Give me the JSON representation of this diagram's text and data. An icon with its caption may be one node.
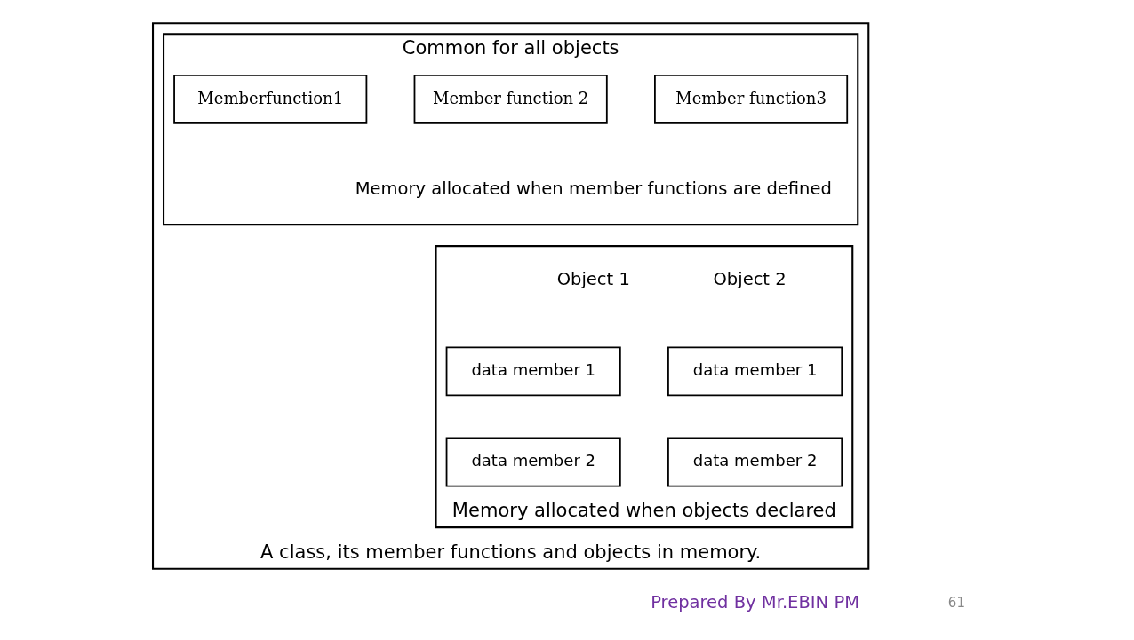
{
  "diagram": {
    "nodes": [
      {
        "text": [
          "A class, its member functions and objects in memory."
        ]
      },
      {
        "text": [
          "Common for all objects",
          "Memory allocated when member functions are defined"
        ],
        "in": 0
      },
      {
        "text": [
          "Memberfunction1"
        ],
        "in": 1
      },
      {
        "text": [
          "Member function 2"
        ],
        "in": 1
      },
      {
        "text": [
          "Member function3"
        ],
        "in": 1
      },
      {
        "text": [
          "Memory allocated when objects declared"
        ],
        "in": 0
      },
      {
        "text": [
          "data member 1"
        ],
        "in": 5
      },
      {
        "text": [
          "data member 1"
        ],
        "in": 5
      },
      {
        "text": [
          "data member 2"
        ],
        "in": 5
      },
      {
        "text": [
          "data member 2"
        ],
        "in": 5
      }
    ],
    "edges": [],
    "labels": [
      "Object 1",
      "Object 2",
      "Prepared By Mr.EBIN PM",
      "61"
    ]
  }
}
